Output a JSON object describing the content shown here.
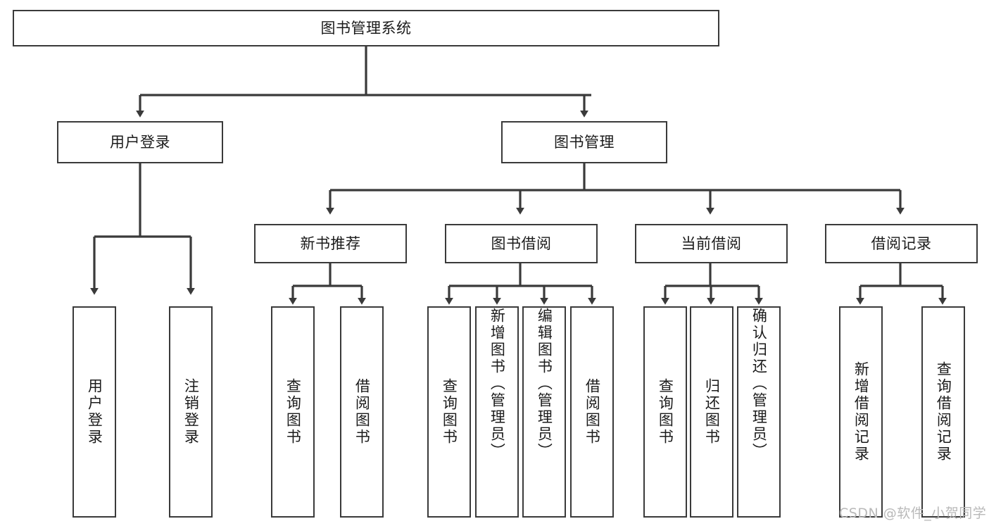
{
  "diagram": {
    "type": "tree-hierarchy-chart",
    "title": "图书管理系统",
    "stroke_color": "#3a3a3a",
    "text_color": "#1b1b1b",
    "background": "#ffffff",
    "root": {
      "label": "图书管理系统"
    },
    "level2": [
      {
        "label": "用户登录"
      },
      {
        "label": "图书管理"
      }
    ],
    "level3": [
      {
        "label": "新书推荐"
      },
      {
        "label": "图书借阅"
      },
      {
        "label": "当前借阅"
      },
      {
        "label": "借阅记录"
      }
    ],
    "leaves": {
      "user_login": [
        {
          "label": "用户登录"
        },
        {
          "label": "注销登录"
        }
      ],
      "new_book_recommend": [
        {
          "label": "查询图书"
        },
        {
          "label": "借阅图书"
        }
      ],
      "book_borrow": [
        {
          "label": "查询图书"
        },
        {
          "label": "新增图书（管理员）"
        },
        {
          "label": "编辑图书（管理员）"
        },
        {
          "label": "借阅图书"
        }
      ],
      "current_borrow": [
        {
          "label": "查询图书"
        },
        {
          "label": "归还图书"
        },
        {
          "label": "确认归还（管理员）"
        }
      ],
      "borrow_record": [
        {
          "label": "新增借阅记录"
        },
        {
          "label": "查询借阅记录"
        }
      ]
    }
  },
  "watermark": {
    "text": "CSDN @软件_小贺同学"
  }
}
